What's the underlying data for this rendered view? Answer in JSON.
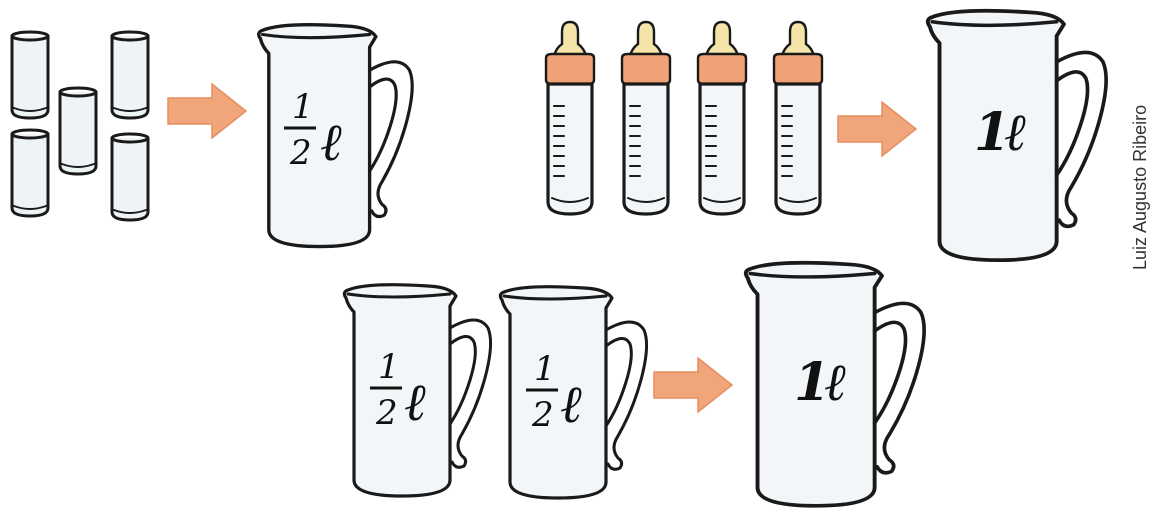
{
  "credit": "Luiz Augusto Ribeiro",
  "labels": {
    "half_liter": {
      "numerator": "1",
      "denominator": "2",
      "unit": "ℓ"
    },
    "one_liter": {
      "number": "1",
      "unit": "ℓ"
    }
  },
  "colors": {
    "arrow": "#f1a57a",
    "bottle_collar": "#f0a276",
    "bottle_nipple": "#f5e4a8"
  },
  "equations": [
    {
      "from": "5 glasses",
      "to_label": "½ ℓ"
    },
    {
      "from": "4 baby bottles",
      "to_label": "1 ℓ"
    },
    {
      "from": "2 jugs of ½ ℓ",
      "to_label": "1 ℓ"
    }
  ]
}
